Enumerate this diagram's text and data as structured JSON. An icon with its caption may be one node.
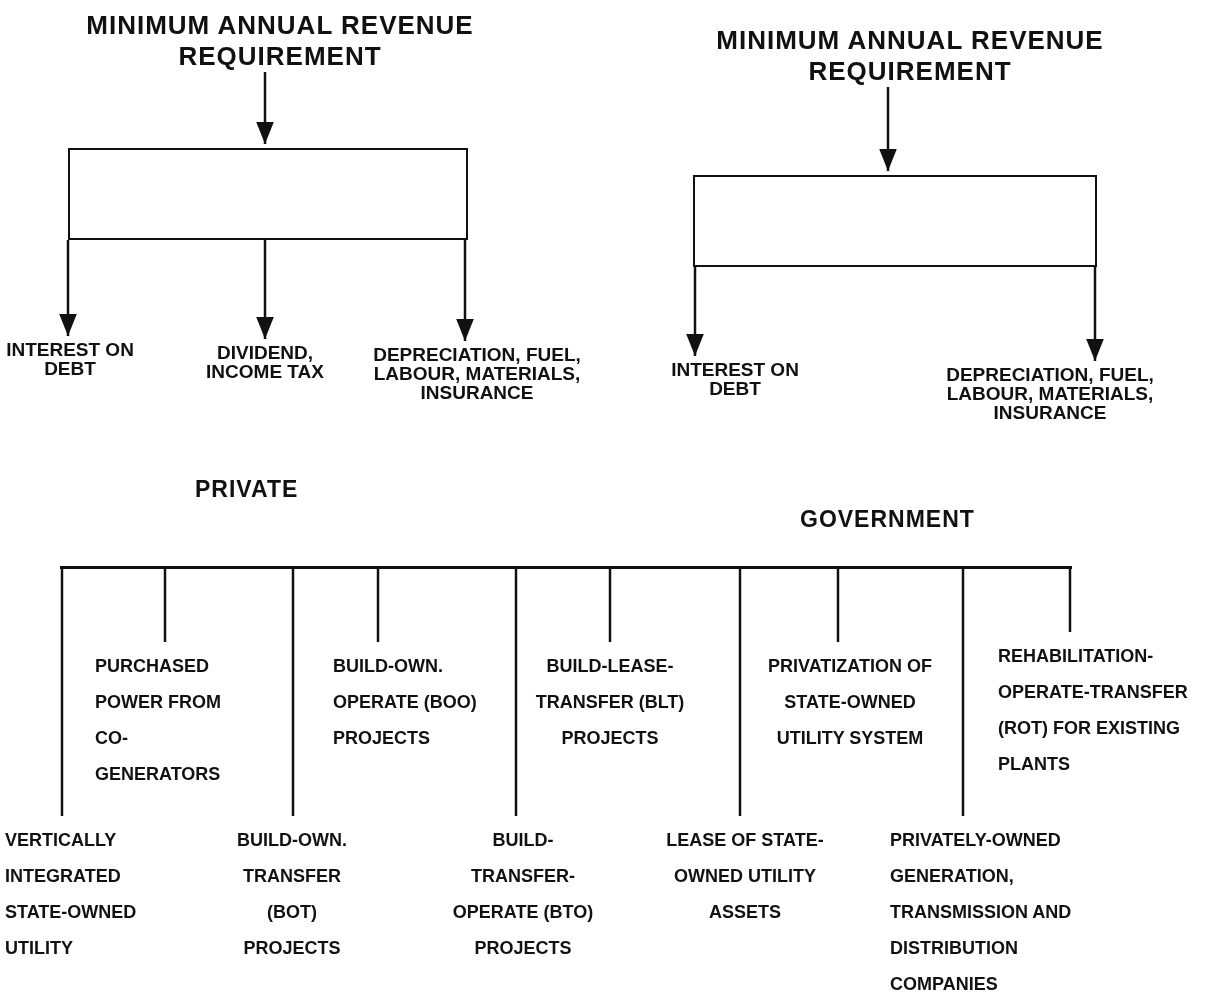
{
  "diagram": {
    "nodes": [
      {
        "text": [
          "MINIMUM ANNUAL REVENUE REQUIREMENT"
        ]
      },
      {
        "text": [],
        "shape": "box"
      },
      {
        "text": [
          "INTEREST ON DEBT"
        ]
      },
      {
        "text": [
          "DIVIDEND, INCOME TAX"
        ]
      },
      {
        "text": [
          "DEPRECIATION, FUEL, LABOUR, MATERIALS, INSURANCE"
        ]
      },
      {
        "text": [
          "MINIMUM ANNUAL REVENUE REQUIREMENT"
        ]
      },
      {
        "text": [],
        "shape": "box"
      },
      {
        "text": [
          "INTEREST ON DEBT"
        ]
      },
      {
        "text": [
          "DEPRECIATION, FUEL, LABOUR, MATERIALS, INSURANCE"
        ]
      },
      {
        "text": [],
        "shape": "bar"
      },
      {
        "text": [
          "VERTICALLY INTEGRATED STATE-OWNED UTILITY"
        ]
      },
      {
        "text": [
          "PURCHASED POWER FROM CO-GENERATORS"
        ]
      },
      {
        "text": [
          "BUILD-OWN. TRANSFER (BOT) PROJECTS"
        ]
      },
      {
        "text": [
          "BUILD-OWN. OPERATE (BOO) PROJECTS"
        ]
      },
      {
        "text": [
          "BUILD-TRANSFER-OPERATE (BTO) PROJECTS"
        ]
      },
      {
        "text": [
          "BUILD-LEASE-TRANSFER (BLT) PROJECTS"
        ]
      },
      {
        "text": [
          "LEASE OF STATE-OWNED UTILITY ASSETS"
        ]
      },
      {
        "text": [
          "PRIVATIZATION OF STATE-OWNED UTILITY SYSTEM"
        ]
      },
      {
        "text": [
          "PRIVATELY-OWNED GENERATION, TRANSMISSION AND DISTRIBUTION COMPANIES"
        ]
      },
      {
        "text": [
          "REHABILITATION-OPERATE-TRANSFER (ROT) FOR EXISTING PLANTS"
        ]
      }
    ],
    "edges": [
      {
        "from": 0,
        "to": 1,
        "arrow": "to"
      },
      {
        "from": 1,
        "to": 2,
        "arrow": "to"
      },
      {
        "from": 1,
        "to": 3,
        "arrow": "to"
      },
      {
        "from": 1,
        "to": 4,
        "arrow": "to"
      },
      {
        "from": 5,
        "to": 6,
        "arrow": "to"
      },
      {
        "from": 6,
        "to": 7,
        "arrow": "to"
      },
      {
        "from": 6,
        "to": 8,
        "arrow": "to"
      },
      {
        "from": 9,
        "to": 10,
        "arrow": "none"
      },
      {
        "from": 9,
        "to": 11,
        "arrow": "none"
      },
      {
        "from": 9,
        "to": 12,
        "arrow": "none"
      },
      {
        "from": 9,
        "to": 13,
        "arrow": "none"
      },
      {
        "from": 9,
        "to": 14,
        "arrow": "none"
      },
      {
        "from": 9,
        "to": 15,
        "arrow": "none"
      },
      {
        "from": 9,
        "to": 16,
        "arrow": "none"
      },
      {
        "from": 9,
        "to": 17,
        "arrow": "none"
      },
      {
        "from": 9,
        "to": 18,
        "arrow": "none"
      },
      {
        "from": 9,
        "to": 19,
        "arrow": "none"
      }
    ],
    "labels": [
      "PRIVATE",
      "GOVERNMENT"
    ]
  }
}
